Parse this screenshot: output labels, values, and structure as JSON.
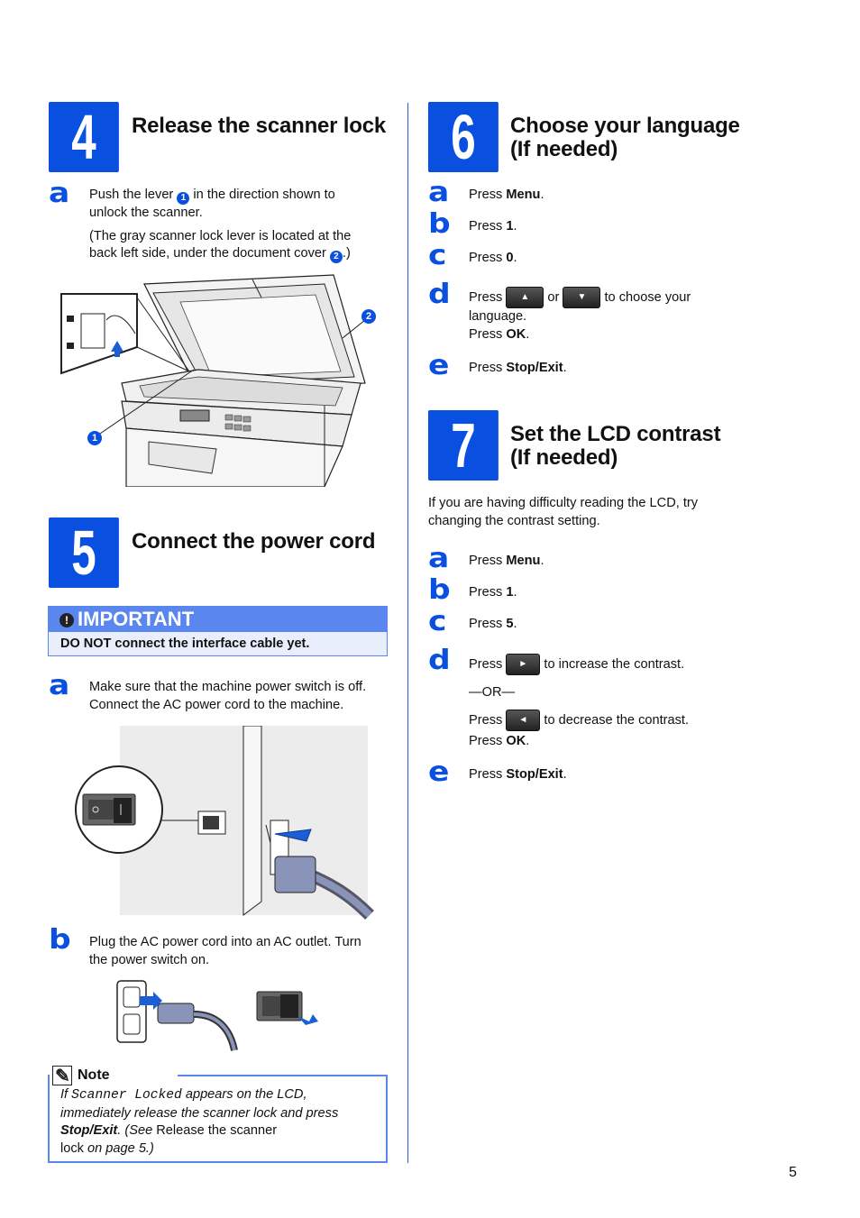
{
  "page_number": "5",
  "left_column": {
    "step4": {
      "number": "4",
      "title": "Release the scanner lock",
      "a": {
        "letter": "a",
        "line1_before": "Push the lever ",
        "line1_circle": "1",
        "line1_after": " in the direction shown to",
        "line2": "unlock the scanner.",
        "para2_line1": "(The gray scanner lock lever is located at the",
        "para2_line2_before": "back left side, under the document cover ",
        "para2_circle": "2",
        "para2_line2_after": ".)"
      },
      "illustration": {
        "callout1": "1",
        "callout2": "2"
      }
    },
    "step5": {
      "number": "5",
      "title": "Connect the power cord",
      "important": {
        "heading": "IMPORTANT",
        "text": "DO NOT connect the interface cable yet."
      },
      "a": {
        "letter": "a",
        "line1": "Make sure that the machine power switch is off.",
        "line2": "Connect the AC power cord to the machine."
      },
      "b": {
        "letter": "b",
        "line1": "Plug the AC power cord into an AC outlet. Turn",
        "line2": "the power switch on."
      },
      "note": {
        "label": "Note",
        "t1": "If ",
        "t2": "Scanner Locked",
        "t3": " appears on the LCD,",
        "t4": "immediately release the scanner lock and press",
        "t5": "Stop/Exit",
        "t6": ". (See ",
        "t7": "Release the scanner",
        "t8": "lock",
        "t9": " on page 5.)"
      }
    }
  },
  "right_column": {
    "step6": {
      "number": "6",
      "title_line1": "Choose your language",
      "title_line2": "(If needed)",
      "a": {
        "letter": "a",
        "pre": "Press ",
        "bold": "Menu",
        "post": "."
      },
      "b": {
        "letter": "b",
        "pre": "Press ",
        "bold": "1",
        "post": "."
      },
      "c": {
        "letter": "c",
        "pre": "Press ",
        "bold": "0",
        "post": "."
      },
      "d": {
        "letter": "d",
        "pre": "Press ",
        "up_button": "▲",
        "or": " or ",
        "down_button": "▼",
        "post": " to choose your",
        "line2": "language.",
        "line3_pre": "Press ",
        "line3_bold": "OK",
        "line3_post": "."
      },
      "e": {
        "letter": "e",
        "pre": "Press ",
        "bold": "Stop/Exit",
        "post": "."
      }
    },
    "step7": {
      "number": "7",
      "title_line1": "Set the LCD contrast",
      "title_line2": "(If needed)",
      "intro_line1": "If you are having difficulty reading the LCD, try",
      "intro_line2": "changing the contrast setting.",
      "a": {
        "letter": "a",
        "pre": "Press ",
        "bold": "Menu",
        "post": "."
      },
      "b": {
        "letter": "b",
        "pre": "Press ",
        "bold": "1",
        "post": "."
      },
      "c": {
        "letter": "c",
        "pre": "Press ",
        "bold": "5",
        "post": "."
      },
      "d": {
        "letter": "d",
        "pre": "Press ",
        "right_button": "►",
        "post": " to increase the contrast.",
        "or_line": "—OR—",
        "pre2": "Press ",
        "left_button": "◄",
        "post2": " to decrease the contrast.",
        "ok_pre": "Press ",
        "ok_bold": "OK",
        "ok_post": "."
      },
      "e": {
        "letter": "e",
        "pre": "Press ",
        "bold": "Stop/Exit",
        "post": "."
      }
    }
  }
}
